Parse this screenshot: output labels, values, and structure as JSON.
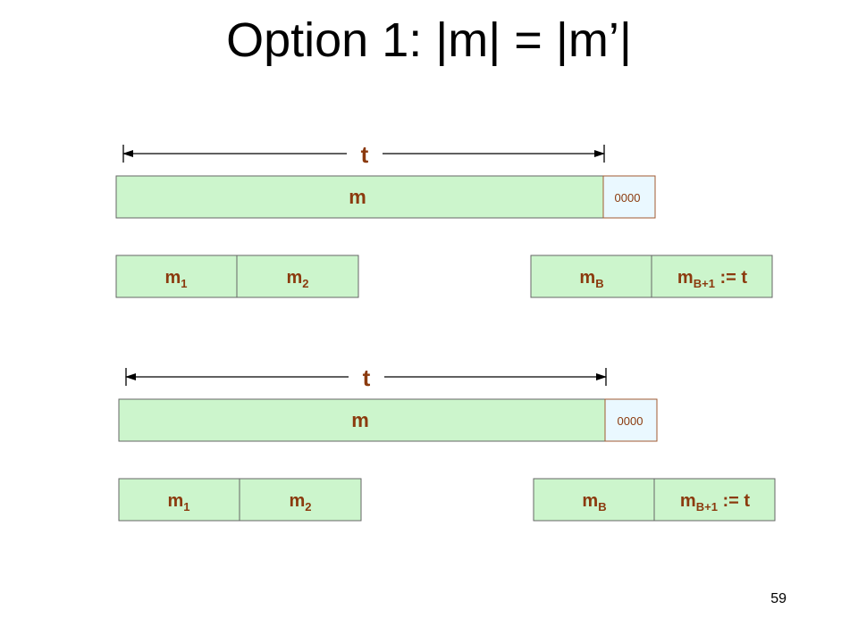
{
  "slide": {
    "title": "Option 1: |m| = |m’|",
    "page_number": "59"
  },
  "rows": [
    {
      "tag_label": "t",
      "message_label": "m",
      "padding_label": "0000",
      "blocks": [
        {
          "base": "m",
          "sub": "1",
          "rest": ""
        },
        {
          "base": "m",
          "sub": "2",
          "rest": ""
        },
        {
          "base": "m",
          "sub": "B",
          "rest": ""
        },
        {
          "base": "m",
          "sub": "B+1",
          "rest": " := t"
        }
      ]
    },
    {
      "tag_label": "t",
      "message_label": "m",
      "padding_label": "0000",
      "blocks": [
        {
          "base": "m",
          "sub": "1",
          "rest": ""
        },
        {
          "base": "m",
          "sub": "2",
          "rest": ""
        },
        {
          "base": "m",
          "sub": "B",
          "rest": ""
        },
        {
          "base": "m",
          "sub": "B+1",
          "rest": " := t"
        }
      ]
    }
  ],
  "colors": {
    "box_fill": "#ccf5cc",
    "padding_fill": "#eaf8ff",
    "label_color": "#8b3a0e"
  }
}
